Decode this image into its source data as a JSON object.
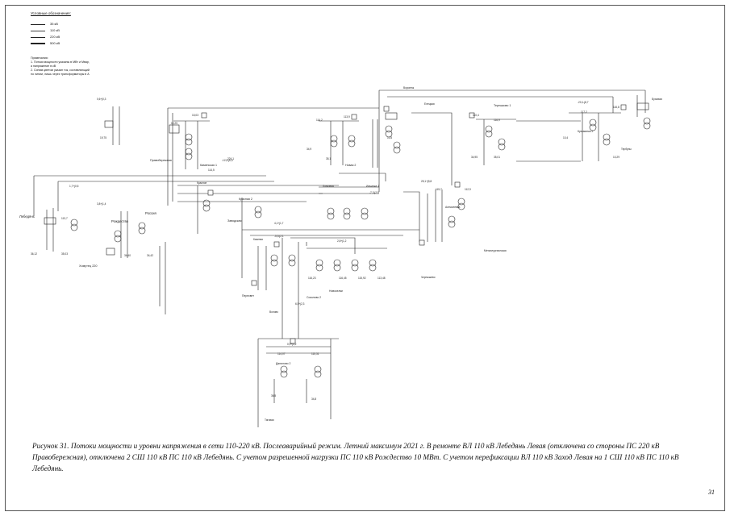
{
  "legend": {
    "title": "Условные обозначения:",
    "items": [
      "35 кВ",
      "110 кВ",
      "220 кВ",
      "500 кВ"
    ],
    "notes_title": "Примечания:",
    "notes": [
      "1. Потоки мощности указаны в МВт и Мвар,",
      "а напряжение в кВ",
      "2. Синим цветом указан ток, составляющий",
      "по линии, лишь через трансформаторы в А"
    ]
  },
  "diagram": {
    "labels": {
      "lebedyan": "Лебедянь",
      "rozhdestvo": "Рождество",
      "rossiya": "Россия",
      "pravoberezhnaya": "Правобережная",
      "kamenskaya": "Каменская 1",
      "zavodskaya": "Заводская",
      "novaya": "Новая 2",
      "tereshkovo": "Терешково 1",
      "krasnaya": "Красная 2",
      "lomovaya": "Ломовая",
      "peresvet": "Пересвет",
      "alekseevka": "Алексеевка",
      "ilyinka": "Ильинка 1",
      "novoselki": "Новоселки",
      "kuzminka": "Кузьминка 2",
      "sokolovo": "Соколово 2",
      "danilovo": "Данилово 2",
      "khomutets": "Хомутец 220",
      "chernyshevo": "Чернышево",
      "buzovaya": "Бузовая",
      "volovo": "Волово",
      "kazinka": "Казинка",
      "terbuny": "Тербуны",
      "krasnoe": "Красное",
      "yelets": "Елецкая",
      "voronezh": "Воронеж",
      "bottom": "Тяговая",
      "metal": "Металлургическая"
    },
    "values": [
      "0,6+j0,3",
      "19,75",
      "15,03",
      "10,25",
      "224,1",
      "114,5",
      "113,9",
      "114,2",
      "34,9",
      "35,1",
      "10,5",
      "110,4",
      "116,9",
      "117,2",
      "116,8",
      "115,7",
      "112,9",
      "113,7",
      "36,12",
      "35,03",
      "34,40",
      "34,42",
      "35,01",
      "34,95",
      "10,4",
      "10,29",
      "-12,5-j6,3",
      "4,1+j1,7",
      "2,8+j1,2",
      "-7,3-j2,9",
      "25,1+j9,8",
      "-5,5-j2,1",
      "1,7+j0,5",
      "3,8+j1,4",
      "-20,1-j8,7",
      "6,5+j2,3",
      "0,9+j0,2",
      "116,23",
      "116,45",
      "115,92",
      "113,48",
      "114,07",
      "115,31",
      "36,5",
      "34,8"
    ]
  },
  "caption": "Рисунок 31. Потоки мощности и уровни напряжения в сети 110-220 кВ. Послеаварийный режим. Летний максимум 2021 г. В ремонте ВЛ 110 кВ Лебедянь Левая (отключена со стороны ПС 220 кВ Правобережная), отключена 2 СШ 110 кВ ПС 110 кВ Лебедянь. С учетом разрешенной нагрузки ПС 110 кВ Рождество 10 МВт. С учетом перефиксации ВЛ 110 кВ Заход Левая на 1 СШ 110 кВ ПС 110 кВ Лебедянь.",
  "page_number": "31"
}
